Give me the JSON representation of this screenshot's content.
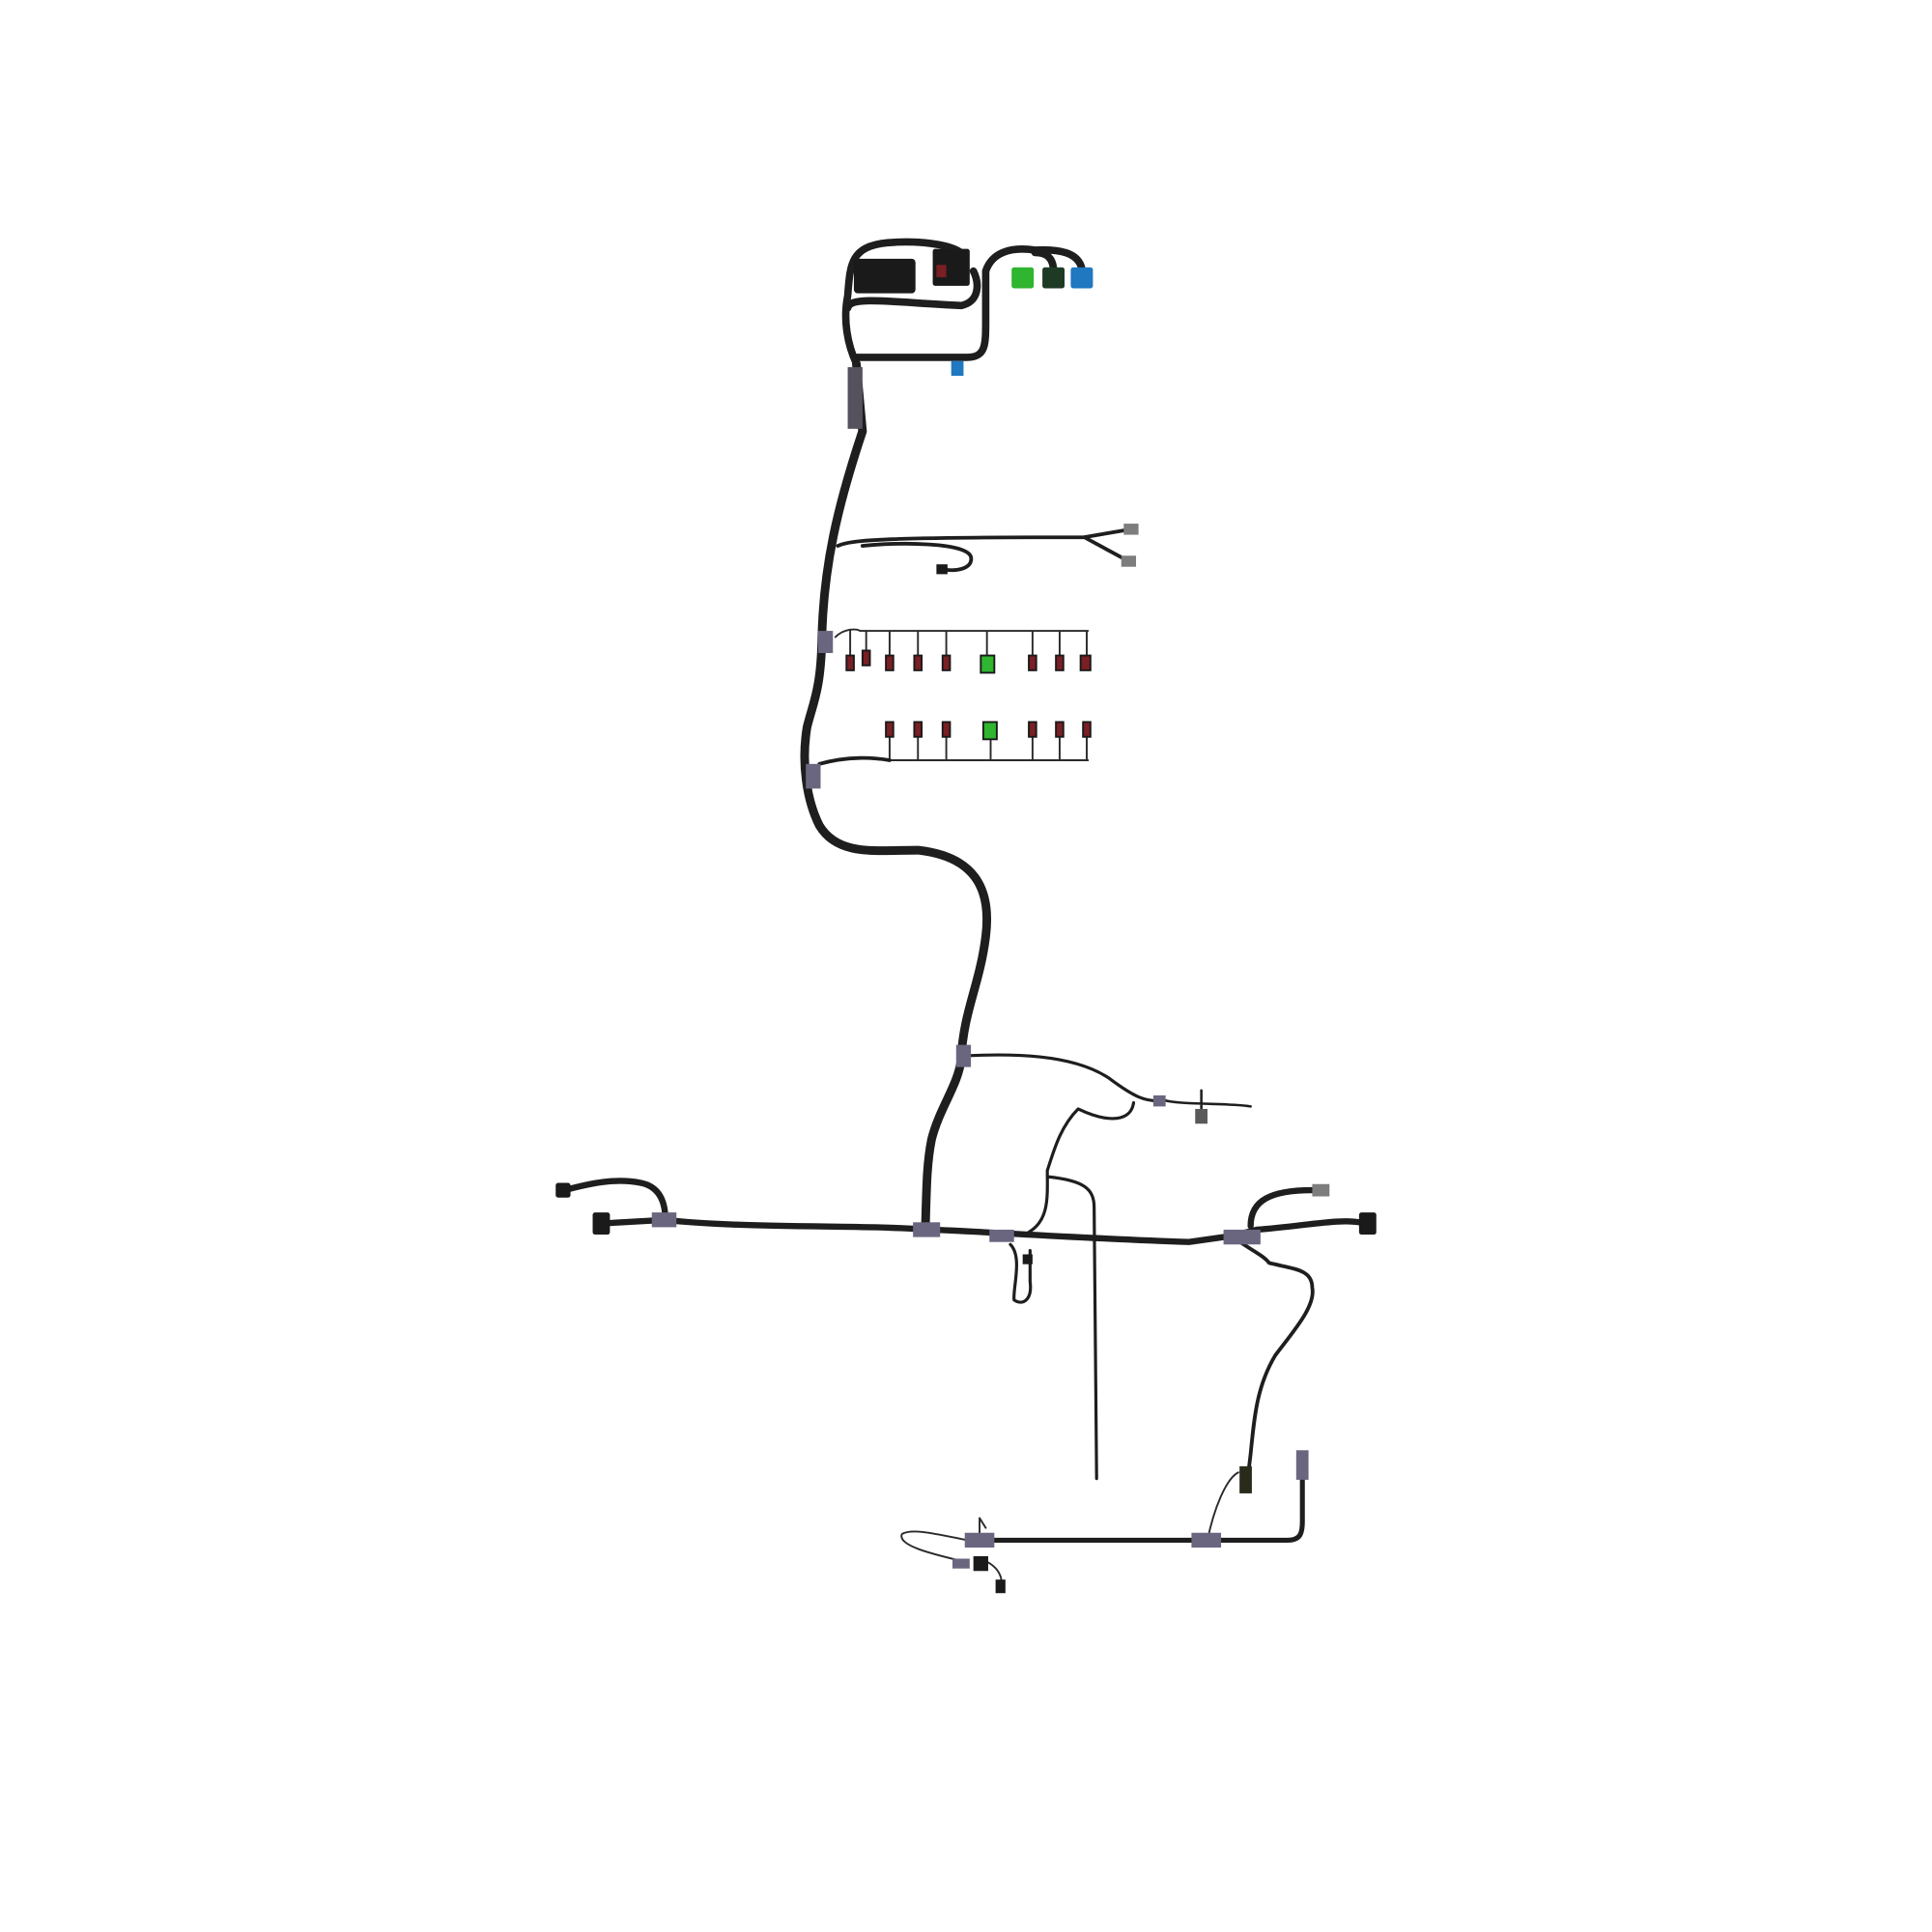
{
  "colors": {
    "background": "#ffffff",
    "cable": "#1e1e1e",
    "thin_wire": "#2a2a2a",
    "breakout_sleeve": "#6b6680",
    "connector_dark": "#1a1a1a",
    "connector_red": "#7a1f24",
    "connector_green": "#2fb52f",
    "connector_dark_green": "#1f3a24",
    "connector_blue": "#1f78c0",
    "connector_gray": "#7d7d7d"
  },
  "components": [
    {
      "name": "main-trunk-cable"
    },
    {
      "name": "cab-connector-cluster"
    },
    {
      "name": "diagnostic-connectors",
      "colors": [
        "green",
        "dark-green",
        "blue"
      ]
    },
    {
      "name": "sensor-branch"
    },
    {
      "name": "injector-connector-row-upper"
    },
    {
      "name": "injector-connector-row-lower"
    },
    {
      "name": "crossbar-harness"
    },
    {
      "name": "rear-harness"
    }
  ]
}
